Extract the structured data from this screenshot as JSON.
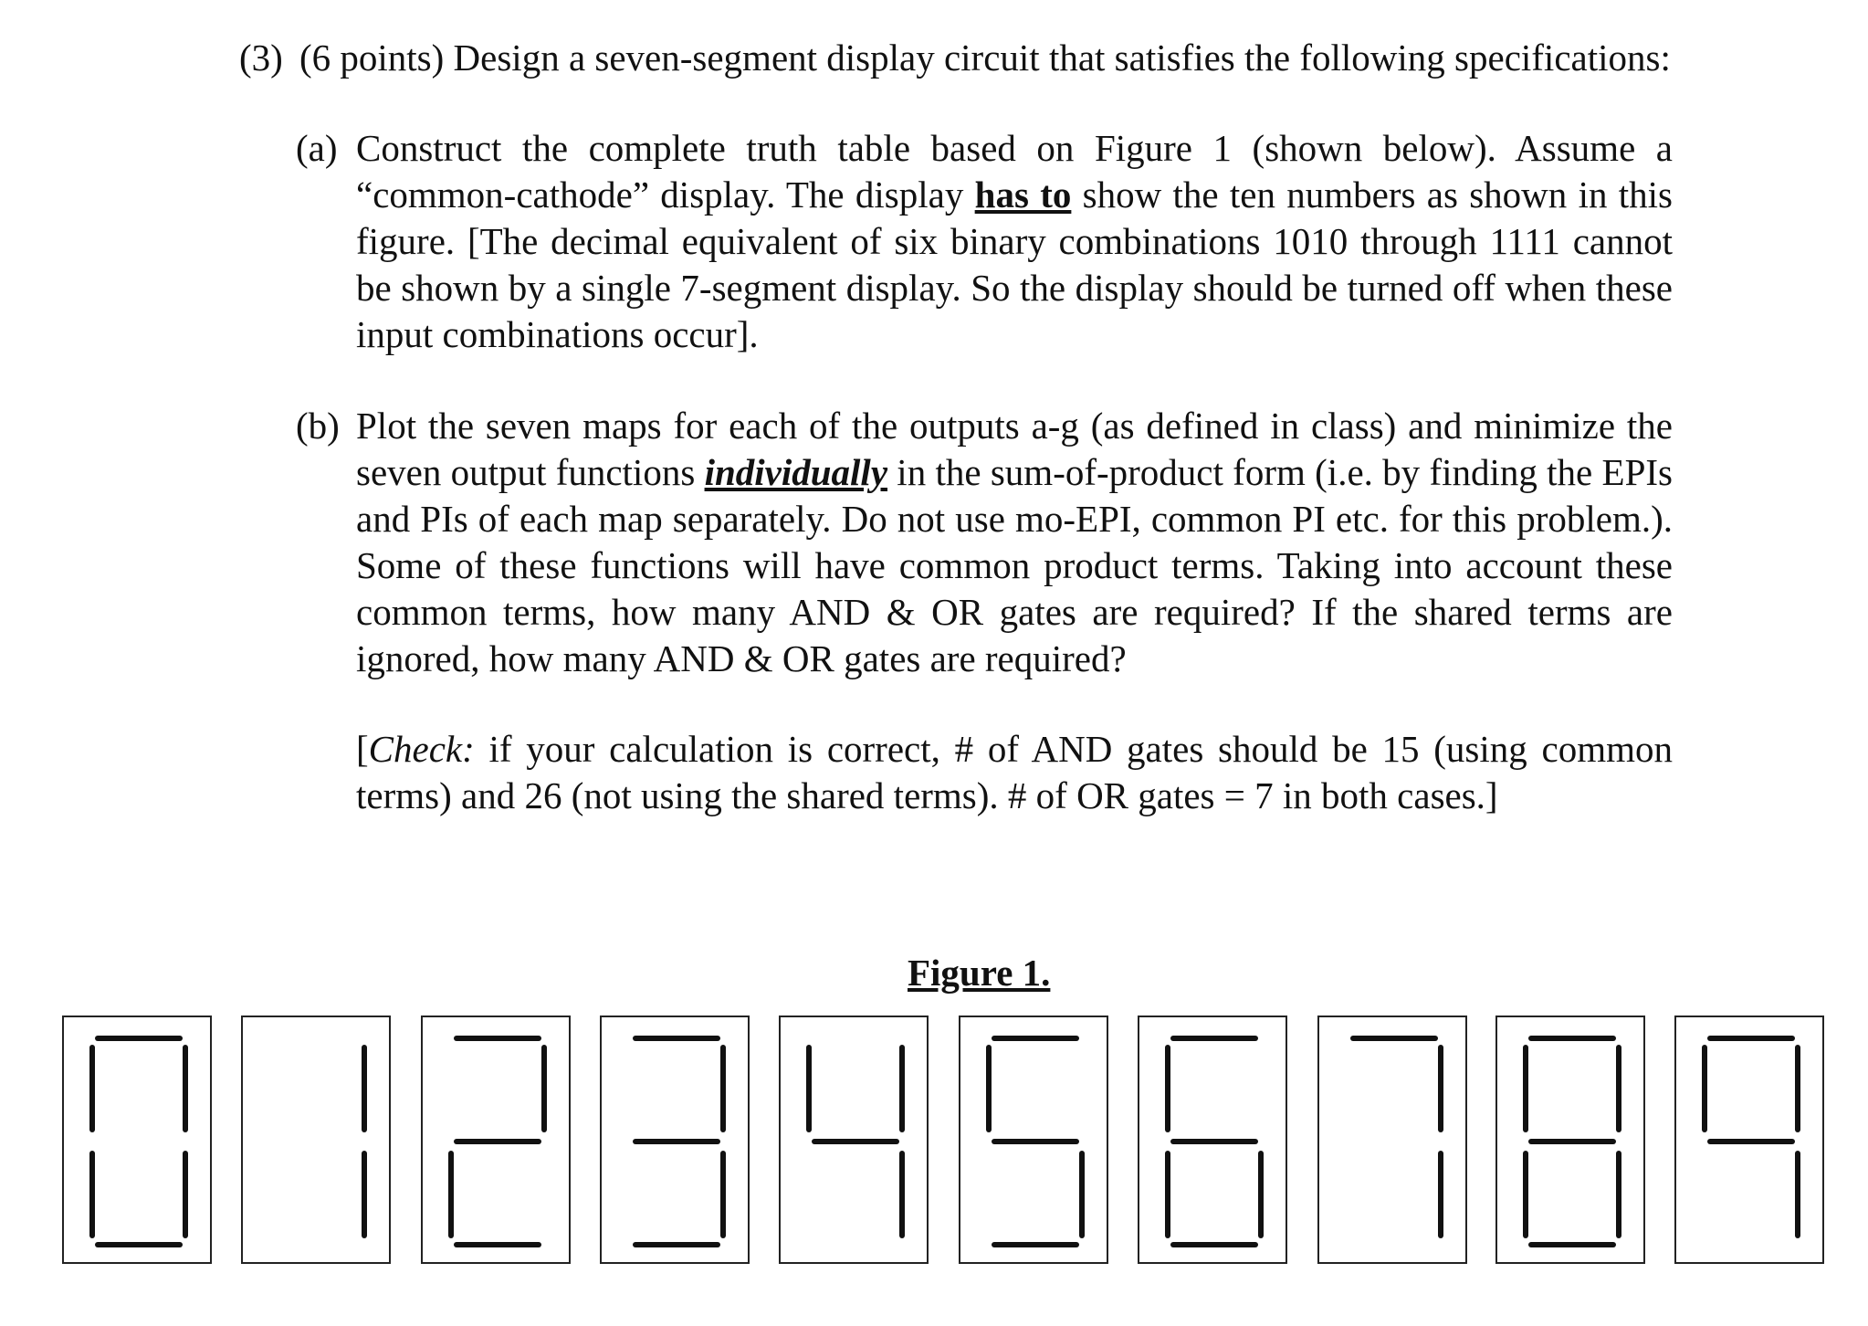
{
  "question": {
    "number": "(3)",
    "intro": "(6 points) Design a seven-segment display circuit that satisfies the following specifications:",
    "part_a": {
      "label": "(a)",
      "text_1": "Construct the complete truth table based on Figure 1 (shown below). Assume a “common-cathode” display. The display ",
      "emphasis": "has to",
      "text_2": " show the ten numbers as shown in this figure. [The decimal equivalent of six binary combinations 1010 through 1111 cannot be shown by a single 7-segment display. So the display should be turned off when these input combinations occur]."
    },
    "part_b": {
      "label": "(b)",
      "text_1": "Plot the seven maps for each of the outputs a-g (as defined in class) and minimize the seven output functions ",
      "emphasis": "individually",
      "text_2": " in the sum-of-product form (i.e. by finding the EPIs and PIs of each map separately. Do not use mo-EPI, common PI etc. for this problem.). Some of these functions will have common product terms. Taking into account these common terms, how many AND & OR gates are required? If the shared terms are ignored, how many AND & OR gates are required?"
    },
    "check": {
      "open": "[",
      "label": "Check:",
      "text": " if your calculation is correct, # of AND gates should be 15 (using common terms) and 26 (not using the shared terms). # of OR gates = 7 in both cases.]"
    }
  },
  "figure": {
    "caption": "Figure 1.",
    "digits": [
      {
        "digit": 0,
        "segments": "abcdef"
      },
      {
        "digit": 1,
        "segments": "bc"
      },
      {
        "digit": 2,
        "segments": "abdeg"
      },
      {
        "digit": 3,
        "segments": "abcdg"
      },
      {
        "digit": 4,
        "segments": "bcfg"
      },
      {
        "digit": 5,
        "segments": "acdfg"
      },
      {
        "digit": 6,
        "segments": "acdefg"
      },
      {
        "digit": 7,
        "segments": "abc"
      },
      {
        "digit": 8,
        "segments": "abcdefg"
      },
      {
        "digit": 9,
        "segments": "abcfg"
      }
    ]
  }
}
